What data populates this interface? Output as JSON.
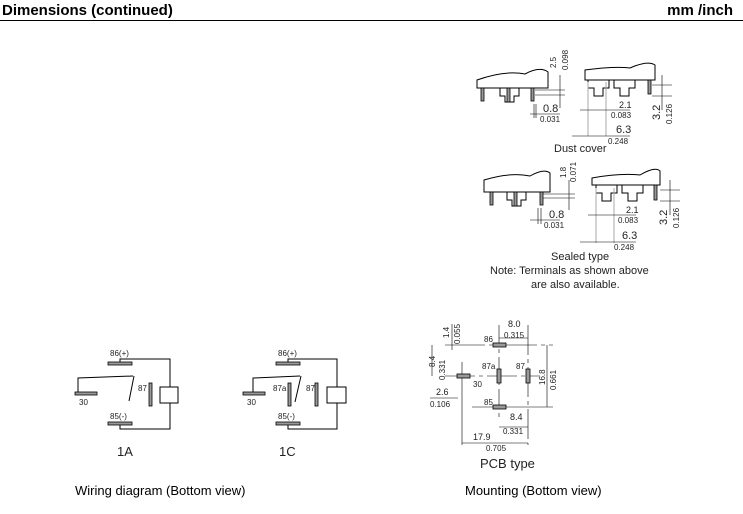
{
  "header": {
    "title": "Dimensions (continued)",
    "units": "mm /inch"
  },
  "dust_cover": {
    "caption": "Dust cover",
    "dim_top_mm": "2.5",
    "dim_top_in": "0.098",
    "dim_pin_mm": "0.8",
    "dim_pin_in": "0.031",
    "dim_tab_mm": "2.1",
    "dim_tab_in": "0.083",
    "dim_span_mm": "6.3",
    "dim_span_in": "0.248",
    "dim_height_mm": "3.2",
    "dim_height_in": "0.126"
  },
  "sealed_type": {
    "caption": "Sealed type",
    "dim_top_mm": "1.8",
    "dim_top_in": "0.071",
    "dim_pin_mm": "0.8",
    "dim_pin_in": "0.031",
    "dim_tab_mm": "2.1",
    "dim_tab_in": "0.083",
    "dim_span_mm": "6.3",
    "dim_span_in": "0.248",
    "dim_height_mm": "3.2",
    "dim_height_in": "0.126"
  },
  "note": {
    "line1": "Note:  Terminals as shown above",
    "line2": "are also available."
  },
  "wiring": {
    "caption": "Wiring diagram (Bottom view)",
    "diagram_1a": {
      "label": "1A",
      "t86": "86(+)",
      "t85": "85(-)",
      "t30": "30",
      "t87": "87"
    },
    "diagram_1c": {
      "label": "1C",
      "t86": "86(+)",
      "t85": "85(-)",
      "t30": "30",
      "t87": "87",
      "t87a": "87a"
    }
  },
  "mounting": {
    "caption": "Mounting (Bottom view)",
    "pcb_caption": "PCB  type",
    "pins": {
      "p86": "86",
      "p87a": "87a",
      "p87": "87",
      "p30": "30",
      "p85": "85"
    },
    "dims": {
      "a_mm": "8.0",
      "a_in": "0.315",
      "b_mm": "1.4",
      "b_in": "0.055",
      "c_mm": "8.4",
      "c_in": "0.331",
      "d_mm": "2.6",
      "d_in": "0.106",
      "e_mm": "16.8",
      "e_in": "0.661",
      "f_mm": "8.4",
      "f_in": "0.331",
      "g_mm": "17.9",
      "g_in": "0.705"
    }
  }
}
